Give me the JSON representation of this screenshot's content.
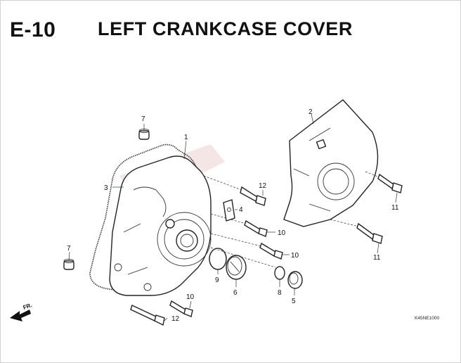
{
  "header": {
    "code": "E-10",
    "title": "LEFT CRANKCASE COVER"
  },
  "callouts": [
    {
      "id": "c7a",
      "label": "7"
    },
    {
      "id": "c1",
      "label": "1"
    },
    {
      "id": "c3",
      "label": "3"
    },
    {
      "id": "c2",
      "label": "2"
    },
    {
      "id": "c12a",
      "label": "12"
    },
    {
      "id": "c4",
      "label": "4"
    },
    {
      "id": "c10a",
      "label": "10"
    },
    {
      "id": "c10b",
      "label": "10"
    },
    {
      "id": "c11a",
      "label": "11"
    },
    {
      "id": "c11b",
      "label": "11"
    },
    {
      "id": "c7b",
      "label": "7"
    },
    {
      "id": "c9",
      "label": "9"
    },
    {
      "id": "c6",
      "label": "6"
    },
    {
      "id": "c8",
      "label": "8"
    },
    {
      "id": "c5",
      "label": "5"
    },
    {
      "id": "c10c",
      "label": "10"
    },
    {
      "id": "c12b",
      "label": "12"
    }
  ],
  "direction_marker": "FR.",
  "diagram_ref": "K45NE1000"
}
